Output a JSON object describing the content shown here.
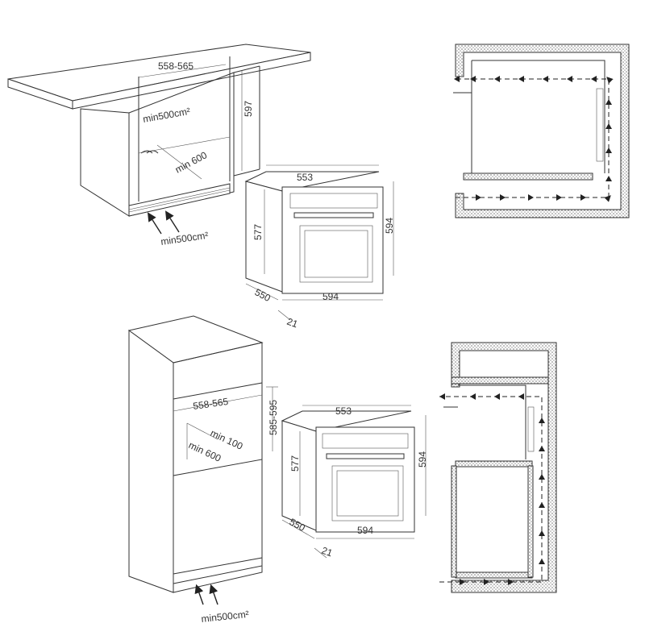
{
  "top_left_built_under": {
    "width_label": "558-565",
    "vent_top_label": "min500cm²",
    "height_label": "597",
    "depth_label": "min 600",
    "vent_bottom_label": "min500cm²"
  },
  "top_oven": {
    "top_width": "553",
    "front_height": "577",
    "total_height": "594",
    "depth": "550",
    "front_width": "594",
    "door_depth": "21"
  },
  "bottom_left_tall_unit": {
    "width_label": "558-565",
    "height_label": "585-595",
    "rear_gap_label": "min 100",
    "depth_label": "min 600",
    "vent_bottom_label": "min500cm²"
  },
  "bottom_oven": {
    "top_width": "553",
    "front_height": "577",
    "total_height": "594",
    "depth": "550",
    "front_width": "594",
    "door_depth": "21"
  },
  "colors": {
    "line": "#333333",
    "hatch": "#888888"
  }
}
